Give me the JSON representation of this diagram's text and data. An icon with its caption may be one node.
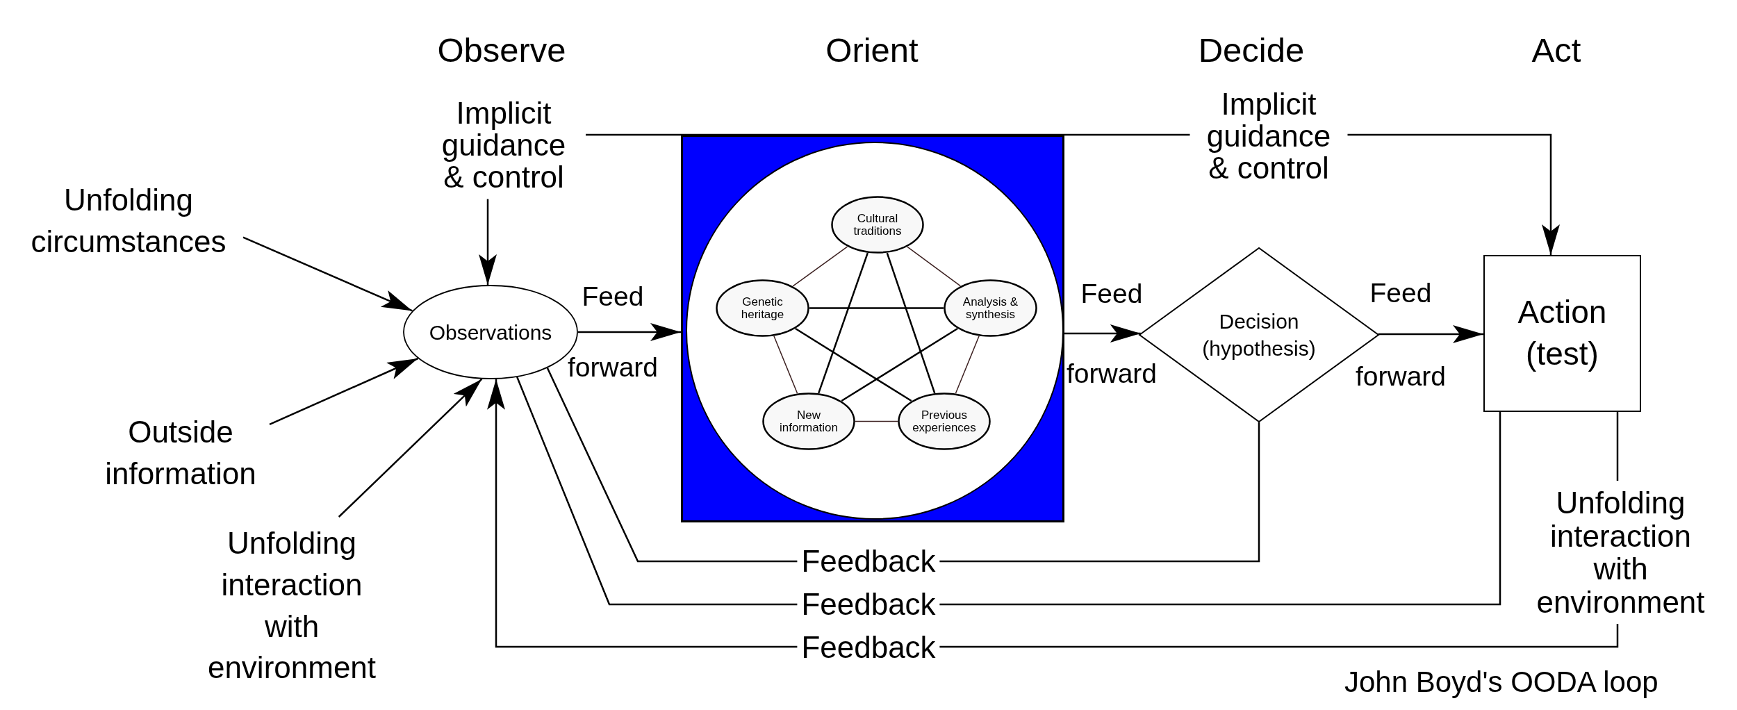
{
  "diagram": {
    "caption": "John Boyd's OODA loop",
    "nodes": [
      {
        "text": [
          "Unfolding circumstances"
        ]
      },
      {
        "text": [
          "Implicit guidance & control"
        ]
      },
      {
        "text": [
          "Outside information"
        ]
      },
      {
        "text": [
          "Unfolding interaction with environment"
        ]
      },
      {
        "text": [
          "Observations"
        ]
      },
      {
        "text": [],
        "shape": "box"
      },
      {
        "text": [],
        "shape": "circle",
        "in": 5
      },
      {
        "text": [
          "Cultural traditions"
        ],
        "in": 6
      },
      {
        "text": [
          "Genetic heritage"
        ],
        "in": 6
      },
      {
        "text": [
          "Analysis & synthesis"
        ],
        "in": 6
      },
      {
        "text": [
          "New information"
        ],
        "in": 6
      },
      {
        "text": [
          "Previous experiences"
        ],
        "in": 6
      },
      {
        "text": [
          "Decision (hypothesis)"
        ]
      },
      {
        "text": [
          "Action (test)"
        ]
      },
      {
        "text": [
          "Unfolding interaction with environment"
        ]
      }
    ],
    "edges": [
      {
        "from": 0,
        "to": 4,
        "arrow": "to"
      },
      {
        "from": 2,
        "to": 4,
        "arrow": "to"
      },
      {
        "from": 3,
        "to": 4,
        "arrow": "to"
      },
      {
        "from": 1,
        "to": 4,
        "arrow": "to"
      },
      {
        "from": 1,
        "to": 13,
        "arrow": "to",
        "label": "Implicit guidance & control"
      },
      {
        "from": 4,
        "to": 5,
        "arrow": "to",
        "label": "Feed forward"
      },
      {
        "from": 5,
        "to": 12,
        "arrow": "to",
        "label": "Feed forward"
      },
      {
        "from": 12,
        "to": 13,
        "arrow": "to",
        "label": "Feed forward"
      },
      {
        "from": 12,
        "to": 4,
        "arrow": "none",
        "label": "Feedback"
      },
      {
        "from": 13,
        "to": 4,
        "arrow": "none",
        "label": "Feedback"
      },
      {
        "from": 13,
        "to": 14,
        "arrow": "none"
      },
      {
        "from": 14,
        "to": 4,
        "arrow": "to",
        "label": "Feedback"
      },
      {
        "from": 7,
        "to": 8,
        "arrow": "none",
        "color": "#3c2020"
      },
      {
        "from": 7,
        "to": 9,
        "arrow": "none",
        "color": "#3c2020"
      },
      {
        "from": 8,
        "to": 10,
        "arrow": "none",
        "color": "#3c2020"
      },
      {
        "from": 9,
        "to": 11,
        "arrow": "none",
        "color": "#3c2020"
      },
      {
        "from": 10,
        "to": 11,
        "arrow": "none",
        "color": "#3c2020"
      },
      {
        "from": 7,
        "to": 10,
        "arrow": "none"
      },
      {
        "from": 7,
        "to": 11,
        "arrow": "none"
      },
      {
        "from": 8,
        "to": 9,
        "arrow": "none"
      },
      {
        "from": 8,
        "to": 11,
        "arrow": "none"
      },
      {
        "from": 9,
        "to": 10,
        "arrow": "none"
      }
    ],
    "labels": [
      "Observe",
      "Orient",
      "Decide",
      "Act"
    ]
  }
}
